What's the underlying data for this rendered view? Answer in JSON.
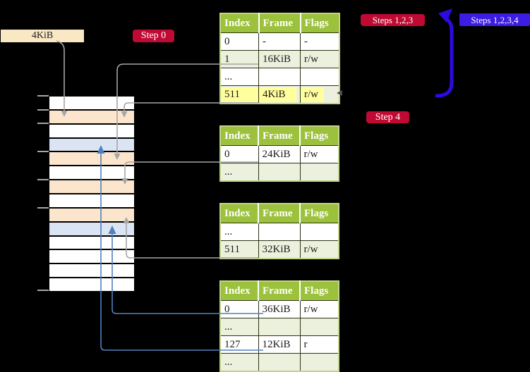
{
  "labels": {
    "page_size": "4KiB",
    "step0": "Step 0",
    "steps123": "Steps 1,2,3",
    "step4": "Step 4",
    "steps1234": "Steps 1,2,3,4"
  },
  "colors": {
    "background": "#000000",
    "table-header-green": "#9cc13c",
    "table-row-green": "#ebf1dd",
    "table-outer-border": "#c2d48c",
    "cell-border": "#2e3317",
    "highlight-yellow": "#ffff9d",
    "memory-peach": "#fce5cd",
    "memory-blue": "#dae4f3",
    "memory-white": "#ffffff",
    "badge-crimson": "#c00a33",
    "badge-blue": "#3d1ce4",
    "label-cream": "#fae7c4",
    "arrow-gray": "#a6a6a6",
    "arrow-blue": "#4f81bd",
    "arrow-thick-blue": "#2b0ce0",
    "text-dark": "#1b1b1b"
  },
  "icons": {
    "gray_down_arrow": "arrowhead-down",
    "gray_up_arrow": "arrowhead-up",
    "blue_up_arrow": "arrowhead-up",
    "thick_blue_arrow": "curved-arrow-up-left",
    "small_dark_arrow": "arrowhead-left"
  },
  "memory": {
    "rows": [
      {
        "variant": "white"
      },
      {
        "variant": "peach"
      },
      {
        "variant": "white"
      },
      {
        "variant": "blue"
      },
      {
        "variant": "peach"
      },
      {
        "variant": "white"
      },
      {
        "variant": "peach"
      },
      {
        "variant": "white"
      },
      {
        "variant": "peach"
      },
      {
        "variant": "blue"
      },
      {
        "variant": "white"
      },
      {
        "variant": "white"
      },
      {
        "variant": "white"
      },
      {
        "variant": "white"
      }
    ]
  },
  "tables": [
    {
      "headers": [
        "Index",
        "Frame",
        "Flags"
      ],
      "rows": [
        {
          "index": "0",
          "frame": "-",
          "flags": "-",
          "variant": "white"
        },
        {
          "index": "1",
          "frame": "16KiB",
          "flags": "r/w",
          "variant": "green"
        },
        {
          "index": "...",
          "frame": "",
          "flags": "",
          "variant": "white"
        },
        {
          "index": "511",
          "frame": "4KiB",
          "flags": "r/w",
          "variant": "green",
          "highlight": true
        }
      ]
    },
    {
      "headers": [
        "Index",
        "Frame",
        "Flags"
      ],
      "rows": [
        {
          "index": "0",
          "frame": "24KiB",
          "flags": "r/w",
          "variant": "white"
        },
        {
          "index": "...",
          "frame": "",
          "flags": "",
          "variant": "green"
        }
      ]
    },
    {
      "headers": [
        "Index",
        "Frame",
        "Flags"
      ],
      "rows": [
        {
          "index": "...",
          "frame": "",
          "flags": "",
          "variant": "white"
        },
        {
          "index": "511",
          "frame": "32KiB",
          "flags": "r/w",
          "variant": "green"
        }
      ]
    },
    {
      "headers": [
        "Index",
        "Frame",
        "Flags"
      ],
      "rows": [
        {
          "index": "0",
          "frame": "36KiB",
          "flags": "r/w",
          "variant": "white"
        },
        {
          "index": "...",
          "frame": "",
          "flags": "",
          "variant": "green"
        },
        {
          "index": "127",
          "frame": "12KiB",
          "flags": "r",
          "variant": "white"
        },
        {
          "index": "...",
          "frame": "",
          "flags": "",
          "variant": "green"
        }
      ]
    }
  ]
}
